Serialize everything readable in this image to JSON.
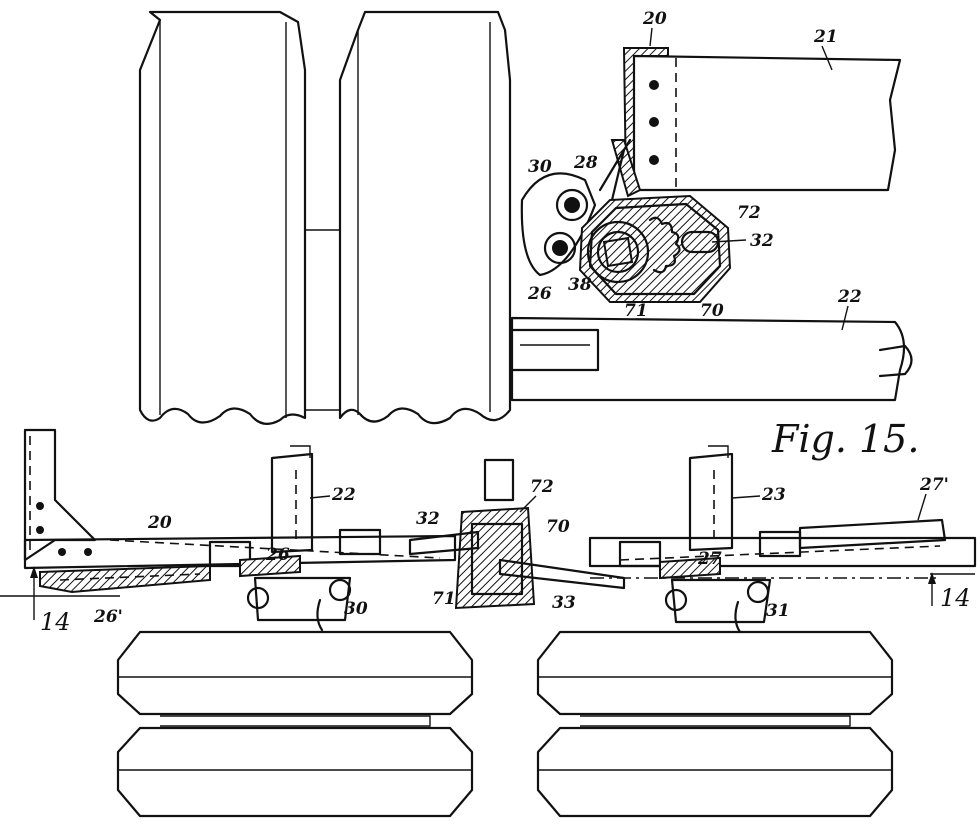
{
  "figure_title": "Fig. 15.",
  "section_marker": "14",
  "reference_numerals": {
    "n20a": "20",
    "n21": "21",
    "n30": "30",
    "n28": "28",
    "n72a": "72",
    "n32a": "32",
    "n26a": "26",
    "n38": "38",
    "n71a": "71",
    "n70a": "70",
    "n22a": "22",
    "n22b": "22",
    "n20b": "20",
    "n32b": "32",
    "n72b": "72",
    "n70b": "70",
    "n71b": "71",
    "n26b": "26",
    "n26prime": "26'",
    "n30b": "30",
    "n33": "33",
    "n23": "23",
    "n27": "27",
    "n27prime": "27'",
    "n31": "31"
  }
}
